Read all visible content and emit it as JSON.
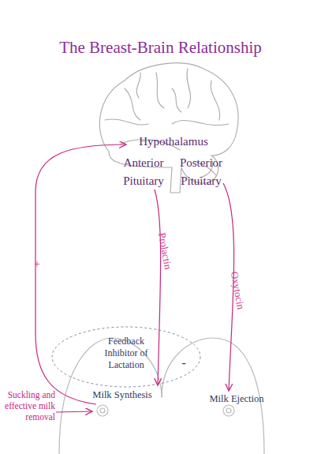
{
  "diagram": {
    "title": "The Breast-Brain Relationship",
    "nodes": [
      {
        "text": [
          "Hypothalamus",
          "Anterior Pituitary",
          "Posterior Pituitary"
        ]
      },
      {
        "text": [
          "Milk Synthesis"
        ]
      },
      {
        "text": [
          "Milk Ejection"
        ]
      },
      {
        "text": [
          "Feedback Inhibitor of Lactation",
          "-"
        ]
      }
    ],
    "edges": [
      {
        "from": 1,
        "to": 0,
        "arrow": "to",
        "label": "+"
      },
      {
        "from": 0,
        "to": 1,
        "arrow": "to",
        "label": "Prolactin"
      },
      {
        "from": 0,
        "to": 2,
        "arrow": "to",
        "label": "Oxytocin"
      }
    ],
    "labels": [
      "Suckling and effective milk removal"
    ]
  }
}
